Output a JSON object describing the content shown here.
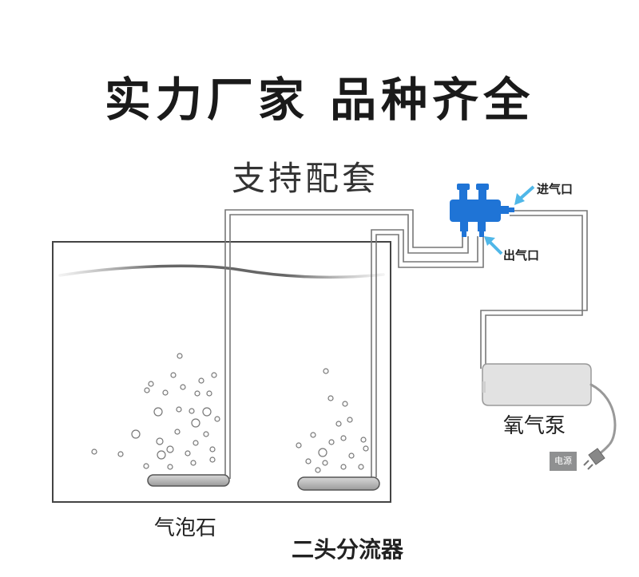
{
  "headline": "实力厂家  品种齐全",
  "subtitle": "支持配套",
  "labels": {
    "inlet": "进气口",
    "outlet": "出气口",
    "pump": "氧气泵",
    "air_stone": "气泡石",
    "splitter": "二头分流器",
    "power": "电源"
  },
  "colors": {
    "splitter_body": "#1f74d6",
    "arrow": "#4fb7e8",
    "pump_body": "#e2e2e2",
    "tank_outline": "#444444",
    "tube": "#777777"
  }
}
